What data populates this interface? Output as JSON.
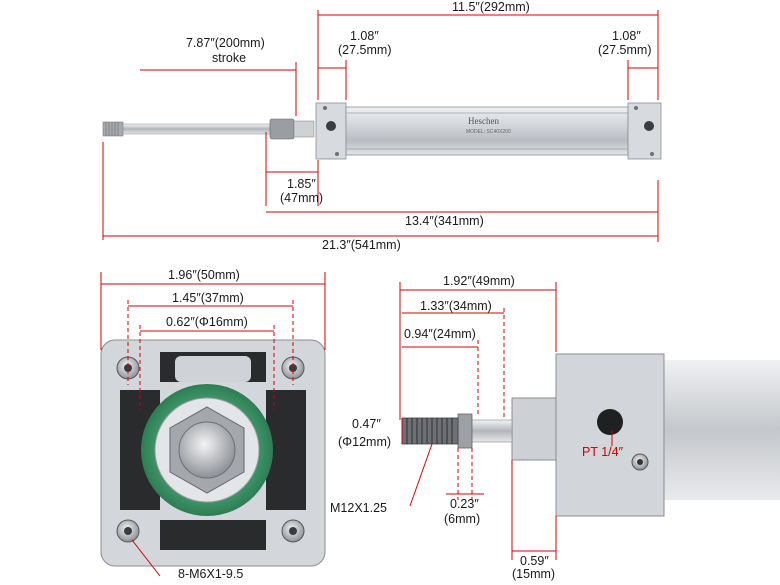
{
  "top": {
    "overall_cylinder": "11.5″(292mm)",
    "left_cap_in": "1.08″",
    "left_cap_mm": "(27.5mm)",
    "right_cap_in": "1.08″",
    "right_cap_mm": "(27.5mm)",
    "stroke_value": "7.87″(200mm)",
    "stroke_label": "stroke",
    "rod_extension_in": "1.85″",
    "rod_extension_mm": "(47mm)",
    "retracted_length": "13.4″(341mm)",
    "extended_length": "21.3″(541mm)",
    "brand": "Heschen",
    "model": "MODEL: SC40X200"
  },
  "end_view": {
    "width": "1.96″(50mm)",
    "bolt_spacing": "1.45″(37mm)",
    "rod_diameter": "0.62″(Φ16mm)",
    "bolts": "8-M6X1-9.5"
  },
  "side_view": {
    "overall": "1.92″(49mm)",
    "mid": "1.33″(34mm)",
    "inner": "0.94″(24mm)",
    "thread_dia_in": "0.47″",
    "thread_dia_mm": "(Φ12mm)",
    "thread": "M12X1.25",
    "nut_in": "0.23″",
    "nut_mm": "(6mm)",
    "boss_in": "0.59″",
    "boss_mm": "(15mm)",
    "port": "PT 1/4″"
  },
  "colors": {
    "dimension_red": "#d40000",
    "aluminum": "#c9ccd0",
    "seal_green": "#3f9a6a"
  }
}
